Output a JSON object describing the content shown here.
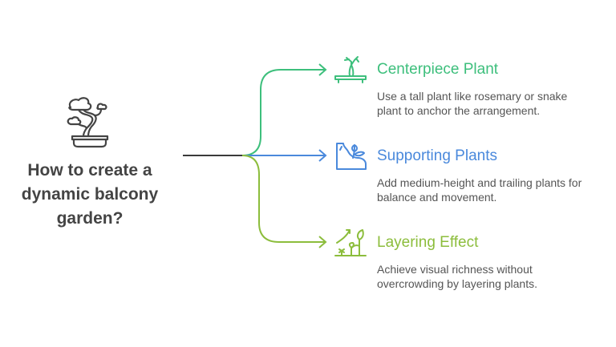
{
  "root": {
    "title_lines": [
      "How to create a",
      "dynamic balcony",
      "garden?"
    ],
    "icon": "bonsai-icon",
    "color": "#444444"
  },
  "branches": [
    {
      "title": "Centerpiece Plant",
      "description_lines": [
        "Use a tall plant like rosemary or snake",
        "plant to anchor the arrangement."
      ],
      "icon": "potted-plant-icon",
      "color": "#3dbf7c"
    },
    {
      "title": "Supporting Plants",
      "description_lines": [
        "Add medium-height and trailing plants for",
        "balance and movement."
      ],
      "icon": "trailing-plant-icon",
      "color": "#4a89dc"
    },
    {
      "title": "Layering Effect",
      "description_lines": [
        "Achieve visual richness without",
        "overcrowding by layering plants."
      ],
      "icon": "growth-plants-icon",
      "color": "#8cbd3c"
    }
  ]
}
